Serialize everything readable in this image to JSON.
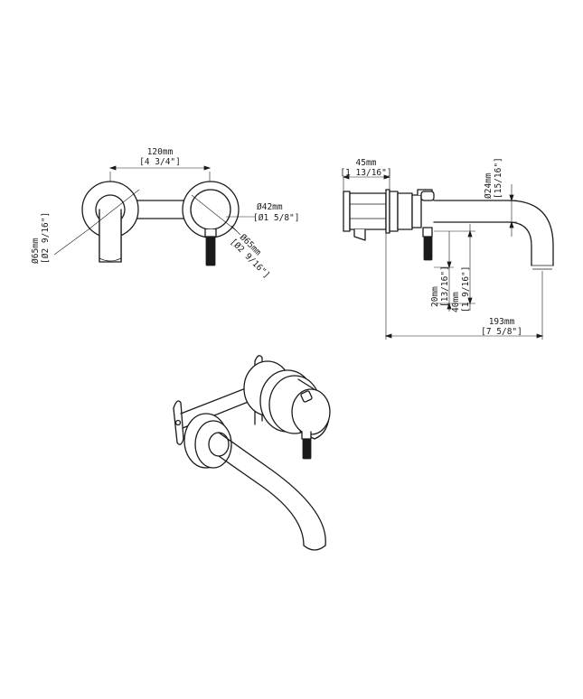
{
  "front_view": {
    "spacing": {
      "mm": "120mm",
      "inch": "[4 3/4\"]"
    },
    "spout_plate": {
      "mm": "Ø65mm",
      "inch": "[Ø2 9/16\"]"
    },
    "handle": {
      "mm": "Ø42mm",
      "inch": "[Ø1 5/8\"]"
    },
    "handle_plate": {
      "mm": "Ø65mm",
      "inch": "[Ø2 9/16\"]"
    }
  },
  "side_view": {
    "depth": {
      "mm": "45mm",
      "inch": "[1 13/16\"]"
    },
    "spout_diameter": {
      "mm": "Ø24mm",
      "inch": "[15/16\"]"
    },
    "lever_20": {
      "mm": "20mm",
      "inch": "[13/16\"]"
    },
    "lever_40": {
      "mm": "40mm",
      "inch": "[1 9/16\"]"
    },
    "reach": {
      "mm": "193mm",
      "inch": "[7 5/8\"]"
    }
  }
}
